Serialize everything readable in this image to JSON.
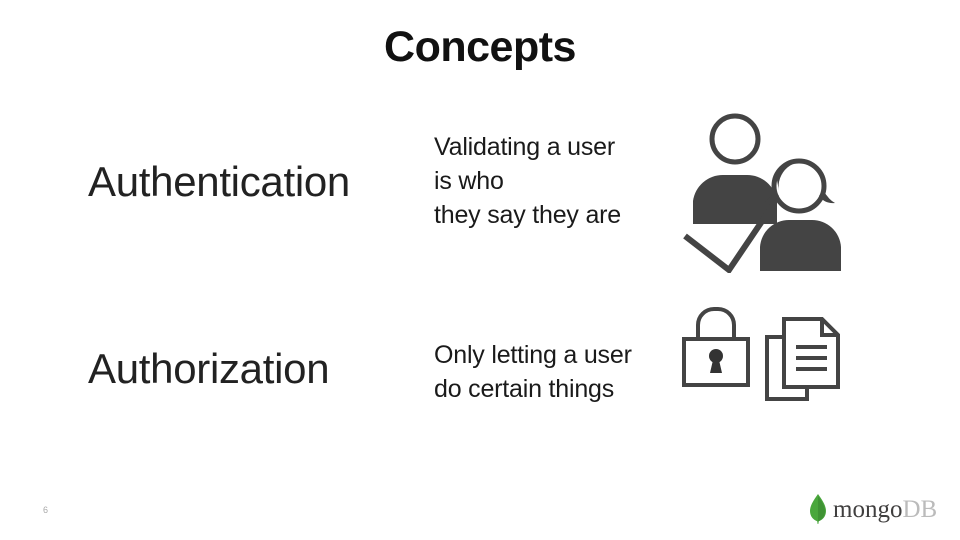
{
  "slide": {
    "title": "Concepts",
    "page_number": "6",
    "background_color": "#ffffff"
  },
  "concepts": [
    {
      "term": "Authentication",
      "description": "Validating a user\nis who\nthey say they are",
      "icon": "two-users-check-icon",
      "icon_color": "#444444"
    },
    {
      "term": "Authorization",
      "description": "Only letting a user\ndo certain things",
      "icon": "lock-documents-icon",
      "icon_color": "#444444"
    }
  ],
  "brand": {
    "leaf_icon": "mongodb-leaf-icon",
    "name_primary": "mongo",
    "name_secondary": "DB",
    "leaf_color": "#48a548",
    "primary_color": "#403f3f",
    "secondary_color": "#bbbbbb"
  }
}
